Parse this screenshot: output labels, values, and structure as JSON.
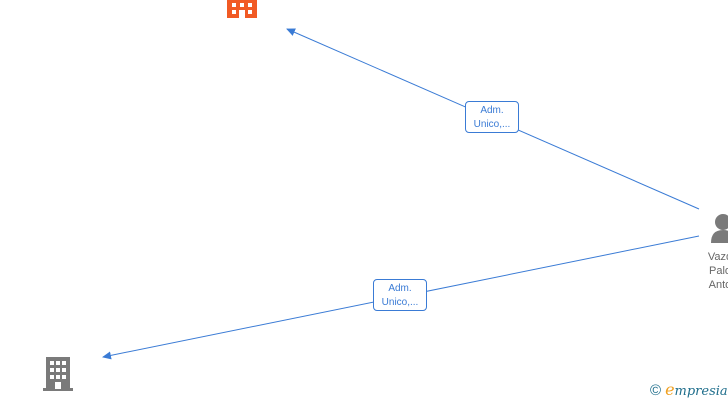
{
  "colors": {
    "edge": "#3a7bd5",
    "company_focus": "#f15a24",
    "company_other": "#7a7a7a",
    "person": "#7a7a7a"
  },
  "nodes": {
    "company_top": {
      "icon": "building-icon"
    },
    "company_bottom": {
      "icon": "building-icon"
    },
    "person": {
      "icon": "person-icon",
      "name_lines": [
        "Vazq",
        "Palo",
        "Anto"
      ]
    }
  },
  "edges": [
    {
      "label_line1": "Adm.",
      "label_line2": "Unico,..."
    },
    {
      "label_line1": "Adm.",
      "label_line2": "Unico,..."
    }
  ],
  "watermark": {
    "copyright": "©",
    "brand_initial": "e",
    "brand_rest": "mpresia"
  }
}
